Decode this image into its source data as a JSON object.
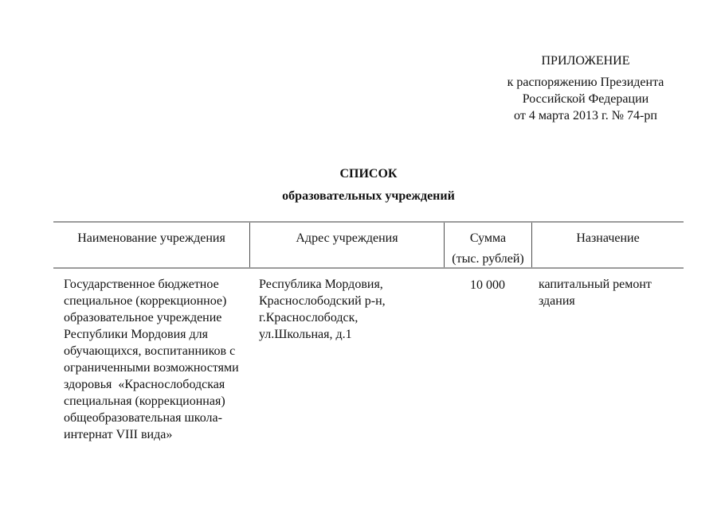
{
  "appendix": {
    "heading": "ПРИЛОЖЕНИЕ",
    "lines": "к распоряжению Президента\nРоссийской Федерации\nот 4 марта 2013 г. № 74-рп"
  },
  "title": {
    "heading": "СПИСОК",
    "subheading": "образовательных учреждений"
  },
  "table": {
    "columns": [
      {
        "label": "Наименование учреждения"
      },
      {
        "label": "Адрес учреждения"
      },
      {
        "label": "Сумма\n(тыс. рублей)"
      },
      {
        "label": "Назначение"
      }
    ],
    "rows": [
      {
        "name": "Государственное бюджетное\nспециальное (коррекционное)\nобразовательное учреждение\nРеспублики Мордовия для\nобучающихся, воспитанников с\nограниченными возможностями\nздоровья  «Краснослободская\nспециальная (коррекционная)\nобщеобразовательная школа-\nинтернат VIII вида»",
        "address": "Республика Мордовия,\nКраснослободский р-н,\nг.Краснослободск,\nул.Школьная, д.1",
        "sum": "10 000",
        "purpose": "капитальный ремонт\nздания"
      }
    ]
  },
  "colors": {
    "page_background": "#ffffff",
    "text": "#111111",
    "border_horizontal": "#9c9c9c",
    "border_vertical": "#4d4d4d"
  }
}
